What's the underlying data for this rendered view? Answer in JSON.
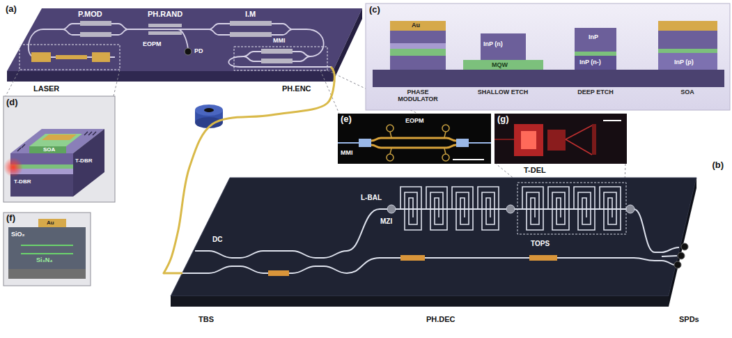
{
  "diagram": {
    "nodes": [
      {
        "text": [
          "(a)"
        ]
      },
      {
        "text": [
          "(c)"
        ]
      },
      {
        "text": [
          "(d)"
        ]
      },
      {
        "text": [
          "(e)"
        ]
      },
      {
        "text": [
          "(g)"
        ]
      },
      {
        "text": [
          "(f)"
        ]
      },
      {
        "text": [
          "(b)"
        ]
      }
    ],
    "edges": [
      {
        "from": 0,
        "to": 6,
        "arrow": "none"
      }
    ],
    "labels": [
      "P.MOD",
      "PH.RAND",
      "I.M",
      "PD",
      "EOPM",
      "MMI",
      "LASER",
      "PH.ENC",
      "Au",
      "InP (n)",
      "MQW",
      "InP",
      "InP (n-)",
      "InP (p)",
      "PHASE MODULATOR",
      "SHALLOW ETCH",
      "DEEP ETCH",
      "SOA",
      "T-DBR",
      "SOA",
      "T-DBR",
      "EOPM",
      "MMI",
      "Au",
      "SiO₂",
      "Si₃N₄",
      "T-DEL",
      "DC",
      "L-BAL",
      "MZI",
      "TOPS",
      "TBS",
      "PH.DEC",
      "SPDs"
    ]
  }
}
